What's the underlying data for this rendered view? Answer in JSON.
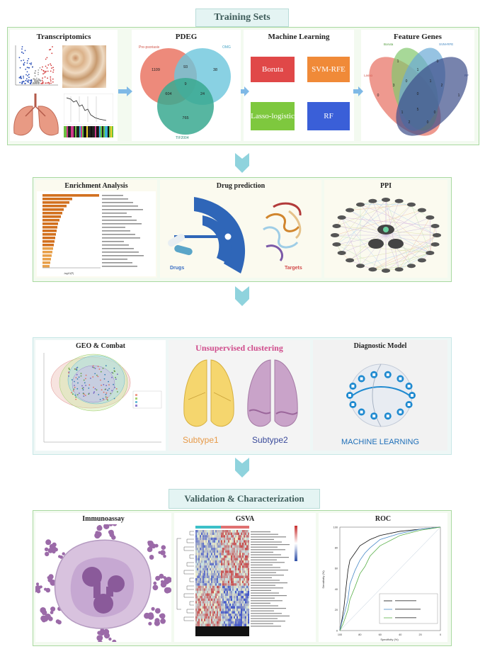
{
  "headers": {
    "training": "Training Sets",
    "validation": "Validation & Characterization"
  },
  "row1": {
    "transcriptomics": "Transcriptomics",
    "pdeg": "PDEG",
    "machine_learning": "Machine Learning",
    "feature_genes": "Feature Genes",
    "venn_pdeg": {
      "labels": [
        "Pre-psoriasis",
        "OMG",
        "TIF2004"
      ],
      "values": [
        "1109",
        "93",
        "38",
        "9",
        "604",
        "24",
        "765"
      ]
    },
    "ml_methods": [
      "Boruta",
      "SVM-RFE",
      "Lasso-logistic",
      "RF"
    ],
    "venn_feature": {
      "labels": [
        "Lasso",
        "Boruta",
        "SVM-RFE",
        "RF"
      ],
      "values": [
        "0",
        "1",
        "0",
        "1",
        "1",
        "3",
        "2",
        "0",
        "1",
        "0",
        "5",
        "1",
        "0",
        "2",
        "0"
      ]
    }
  },
  "row2": {
    "enrichment": "Enrichment Analysis",
    "drug_prediction": "Drug prediction",
    "ppi": "PPI",
    "drugs_label": "Drugs",
    "targets_label": "Targets",
    "enrichment_xlabel": "-log10(P)"
  },
  "row3": {
    "geo": "GEO & Combat",
    "clustering": "Unsupervised clustering",
    "diagnostic": "Diagnostic Model",
    "subtype1": "Subtype1",
    "subtype2": "Subtype2",
    "machine_learning_banner": "MACHINE LEARNING"
  },
  "row4": {
    "immunoassay": "Immunoassay",
    "gsva": "GSVA",
    "roc": "ROC",
    "roc_xlabel": "Specificity (%)",
    "roc_ylabel": "Sensitivity (%)"
  },
  "colors": {
    "boruta": "#e04848",
    "svm": "#f08a38",
    "lasso": "#7ec83e",
    "rf": "#3a5fd8",
    "arrow": "#7fb9e6",
    "chevron": "#8fd3dd"
  },
  "chart_data": {
    "type": "line",
    "xlabel": "Specificity (%)",
    "ylabel": "Sensitivity (%)",
    "xlim": [
      100,
      0
    ],
    "ylim": [
      0,
      100
    ],
    "series": [
      {
        "values": [
          [
            100,
            0
          ],
          [
            98,
            10
          ],
          [
            96,
            22
          ],
          [
            94,
            40
          ],
          [
            92,
            58
          ],
          [
            90,
            68
          ],
          [
            85,
            75
          ],
          [
            80,
            82
          ],
          [
            70,
            88
          ],
          [
            60,
            92
          ],
          [
            40,
            96
          ],
          [
            20,
            98
          ],
          [
            0,
            100
          ]
        ]
      },
      {
        "values": [
          [
            100,
            0
          ],
          [
            98,
            8
          ],
          [
            95,
            18
          ],
          [
            92,
            30
          ],
          [
            90,
            45
          ],
          [
            85,
            58
          ],
          [
            80,
            68
          ],
          [
            75,
            75
          ],
          [
            70,
            80
          ],
          [
            60,
            88
          ],
          [
            40,
            94
          ],
          [
            20,
            98
          ],
          [
            0,
            100
          ]
        ]
      },
      {
        "values": [
          [
            100,
            0
          ],
          [
            97,
            6
          ],
          [
            94,
            14
          ],
          [
            92,
            20
          ],
          [
            90,
            30
          ],
          [
            85,
            42
          ],
          [
            80,
            55
          ],
          [
            75,
            62
          ],
          [
            70,
            72
          ],
          [
            60,
            82
          ],
          [
            40,
            92
          ],
          [
            20,
            97
          ],
          [
            0,
            100
          ]
        ]
      }
    ]
  }
}
